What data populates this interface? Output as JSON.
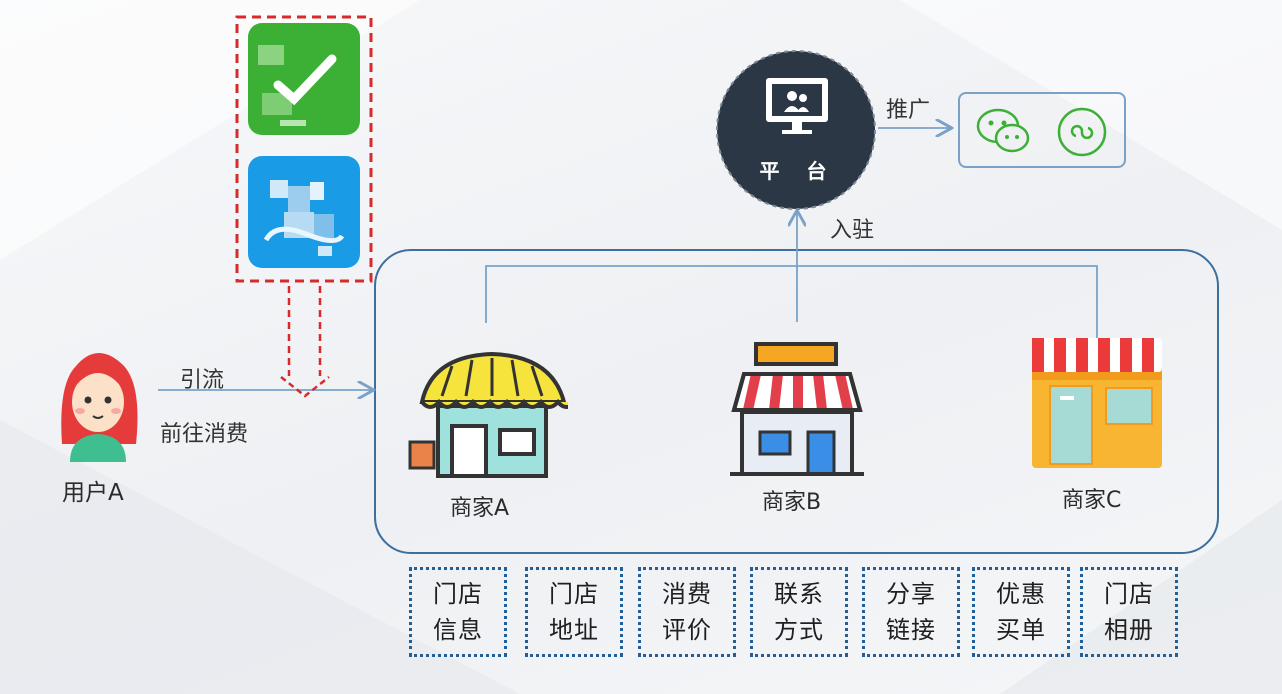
{
  "platform": {
    "label": "平 台"
  },
  "edges": {
    "promote": "推广",
    "join": "入驻",
    "traffic": "引流",
    "go_consume": "前往消费"
  },
  "user": {
    "label": "用户A"
  },
  "stores": [
    {
      "label": "商家A"
    },
    {
      "label": "商家B"
    },
    {
      "label": "商家C"
    }
  ],
  "features": [
    {
      "line1": "门店",
      "line2": "信息"
    },
    {
      "line1": "门店",
      "line2": "地址"
    },
    {
      "line1": "消费",
      "line2": "评价"
    },
    {
      "line1": "联系",
      "line2": "方式"
    },
    {
      "line1": "分享",
      "line2": "链接"
    },
    {
      "line1": "优惠",
      "line2": "买单"
    },
    {
      "line1": "门店",
      "line2": "相册"
    }
  ],
  "icons": {
    "platform": "monitor-users-icon",
    "promote_targets": [
      "wechat-icon",
      "mini-program-icon"
    ],
    "apps": [
      "wechat-pay-icon",
      "blue-app-icon"
    ]
  },
  "colors": {
    "line_blue": "#7aa2c8",
    "container_border": "#3d6e9e",
    "platform_circle": "#2c3745",
    "dashed_red": "#d72b2b",
    "wechat_green": "#3cb035",
    "app_blue": "#1a9be6"
  }
}
